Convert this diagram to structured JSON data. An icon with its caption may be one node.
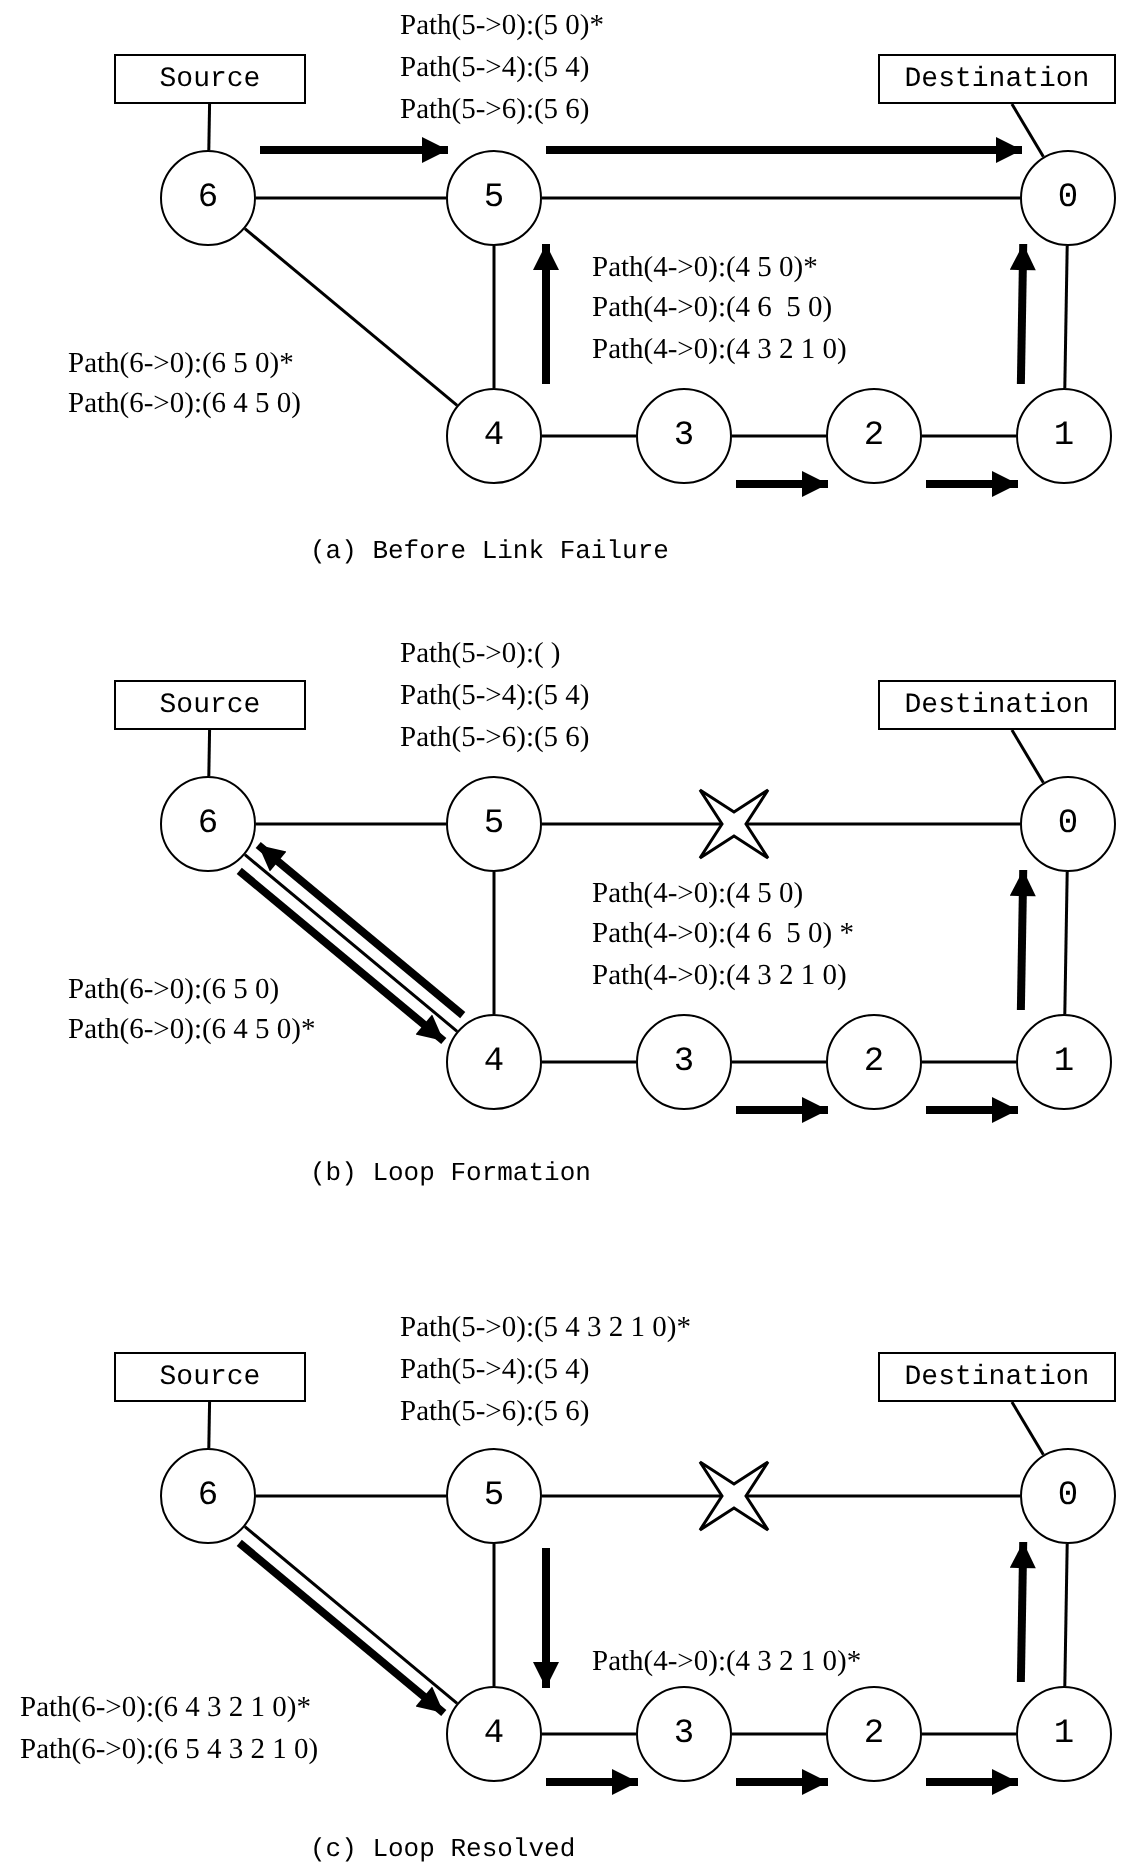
{
  "diagram": {
    "nodes": [
      {
        "text": [
          "Source"
        ]
      },
      {
        "text": [
          "Destination"
        ]
      },
      {
        "text": [
          "6"
        ]
      },
      {
        "text": [
          "5"
        ]
      },
      {
        "text": [
          "0"
        ]
      },
      {
        "text": [
          "4"
        ]
      },
      {
        "text": [
          "3"
        ]
      },
      {
        "text": [
          "2"
        ]
      },
      {
        "text": [
          "1"
        ]
      },
      {
        "text": [
          "Source"
        ]
      },
      {
        "text": [
          "Destination"
        ]
      },
      {
        "text": [
          "6"
        ]
      },
      {
        "text": [
          "5"
        ]
      },
      {
        "text": [
          "0"
        ]
      },
      {
        "text": [
          "4"
        ]
      },
      {
        "text": [
          "3"
        ]
      },
      {
        "text": [
          "2"
        ]
      },
      {
        "text": [
          "1"
        ]
      },
      {
        "text": [
          "Source"
        ]
      },
      {
        "text": [
          "Destination"
        ]
      },
      {
        "text": [
          "6"
        ]
      },
      {
        "text": [
          "5"
        ]
      },
      {
        "text": [
          "0"
        ]
      },
      {
        "text": [
          "4"
        ]
      },
      {
        "text": [
          "3"
        ]
      },
      {
        "text": [
          "2"
        ]
      },
      {
        "text": [
          "1"
        ]
      }
    ],
    "edges": [
      {
        "from": 0,
        "to": 2,
        "arrow": "none"
      },
      {
        "from": 1,
        "to": 4,
        "arrow": "none"
      },
      {
        "from": 2,
        "to": 3,
        "arrow": "none"
      },
      {
        "from": 3,
        "to": 4,
        "arrow": "none"
      },
      {
        "from": 2,
        "to": 5,
        "arrow": "none"
      },
      {
        "from": 3,
        "to": 5,
        "arrow": "none"
      },
      {
        "from": 5,
        "to": 6,
        "arrow": "none"
      },
      {
        "from": 6,
        "to": 7,
        "arrow": "none"
      },
      {
        "from": 7,
        "to": 8,
        "arrow": "none"
      },
      {
        "from": 8,
        "to": 4,
        "arrow": "none"
      },
      {
        "from": 2,
        "to": 3,
        "arrow": "to",
        "style": "thick"
      },
      {
        "from": 3,
        "to": 4,
        "arrow": "to",
        "style": "thick"
      },
      {
        "from": 5,
        "to": 3,
        "arrow": "to",
        "style": "thick"
      },
      {
        "from": 6,
        "to": 7,
        "arrow": "to",
        "style": "thick"
      },
      {
        "from": 7,
        "to": 8,
        "arrow": "to",
        "style": "thick"
      },
      {
        "from": 8,
        "to": 4,
        "arrow": "to",
        "style": "thick"
      },
      {
        "from": 9,
        "to": 11,
        "arrow": "none"
      },
      {
        "from": 10,
        "to": 13,
        "arrow": "none"
      },
      {
        "from": 11,
        "to": 12,
        "arrow": "none"
      },
      {
        "from": 12,
        "to": 13,
        "arrow": "none"
      },
      {
        "from": 11,
        "to": 14,
        "arrow": "none"
      },
      {
        "from": 12,
        "to": 14,
        "arrow": "none"
      },
      {
        "from": 14,
        "to": 15,
        "arrow": "none"
      },
      {
        "from": 15,
        "to": 16,
        "arrow": "none"
      },
      {
        "from": 16,
        "to": 17,
        "arrow": "none"
      },
      {
        "from": 17,
        "to": 13,
        "arrow": "none"
      },
      {
        "from": 14,
        "to": 11,
        "arrow": "to",
        "style": "thick"
      },
      {
        "from": 11,
        "to": 14,
        "arrow": "to",
        "style": "thick"
      },
      {
        "from": 15,
        "to": 16,
        "arrow": "to",
        "style": "thick"
      },
      {
        "from": 16,
        "to": 17,
        "arrow": "to",
        "style": "thick"
      },
      {
        "from": 17,
        "to": 13,
        "arrow": "to",
        "style": "thick"
      },
      {
        "from": 18,
        "to": 20,
        "arrow": "none"
      },
      {
        "from": 19,
        "to": 22,
        "arrow": "none"
      },
      {
        "from": 20,
        "to": 21,
        "arrow": "none"
      },
      {
        "from": 21,
        "to": 22,
        "arrow": "none"
      },
      {
        "from": 20,
        "to": 23,
        "arrow": "none"
      },
      {
        "from": 21,
        "to": 23,
        "arrow": "none"
      },
      {
        "from": 23,
        "to": 24,
        "arrow": "none"
      },
      {
        "from": 24,
        "to": 25,
        "arrow": "none"
      },
      {
        "from": 25,
        "to": 26,
        "arrow": "none"
      },
      {
        "from": 26,
        "to": 22,
        "arrow": "none"
      },
      {
        "from": 20,
        "to": 23,
        "arrow": "to",
        "style": "thick"
      },
      {
        "from": 21,
        "to": 23,
        "arrow": "to",
        "style": "thick"
      },
      {
        "from": 23,
        "to": 24,
        "arrow": "to",
        "style": "thick"
      },
      {
        "from": 24,
        "to": 25,
        "arrow": "to",
        "style": "thick"
      },
      {
        "from": 25,
        "to": 26,
        "arrow": "to",
        "style": "thick"
      },
      {
        "from": 26,
        "to": 22,
        "arrow": "to",
        "style": "thick"
      }
    ],
    "labels": [
      "Path(5->0):(5 0)*",
      "Path(5->4):(5 4)",
      "Path(5->6):(5 6)",
      "Path(4->0):(4 5 0)*",
      "Path(4->0):(4 6  5 0)",
      "Path(4->0):(4 3 2 1 0)",
      "Path(6->0):(6 5 0)*",
      "Path(6->0):(6 4 5 0)",
      "(a) Before Link Failure",
      "Path(5->0):( )",
      "Path(5->4):(5 4)",
      "Path(5->6):(5 6)",
      "Path(4->0):(4 5 0)",
      "Path(4->0):(4 6  5 0) *",
      "Path(4->0):(4 3 2 1 0)",
      "Path(6->0):(6 5 0)",
      "Path(6->0):(6 4 5 0)*",
      "(b) Loop Formation",
      "Path(5->0):(5 4 3 2 1 0)*",
      "Path(5->4):(5 4)",
      "Path(5->6):(5 6)",
      "Path(4->0):(4 3 2 1 0)*",
      "Path(6->0):(6 4 3 2 1 0)*",
      "Path(6->0):(6 5 4 3 2 1 0)",
      "(c) Loop Resolved"
    ]
  }
}
